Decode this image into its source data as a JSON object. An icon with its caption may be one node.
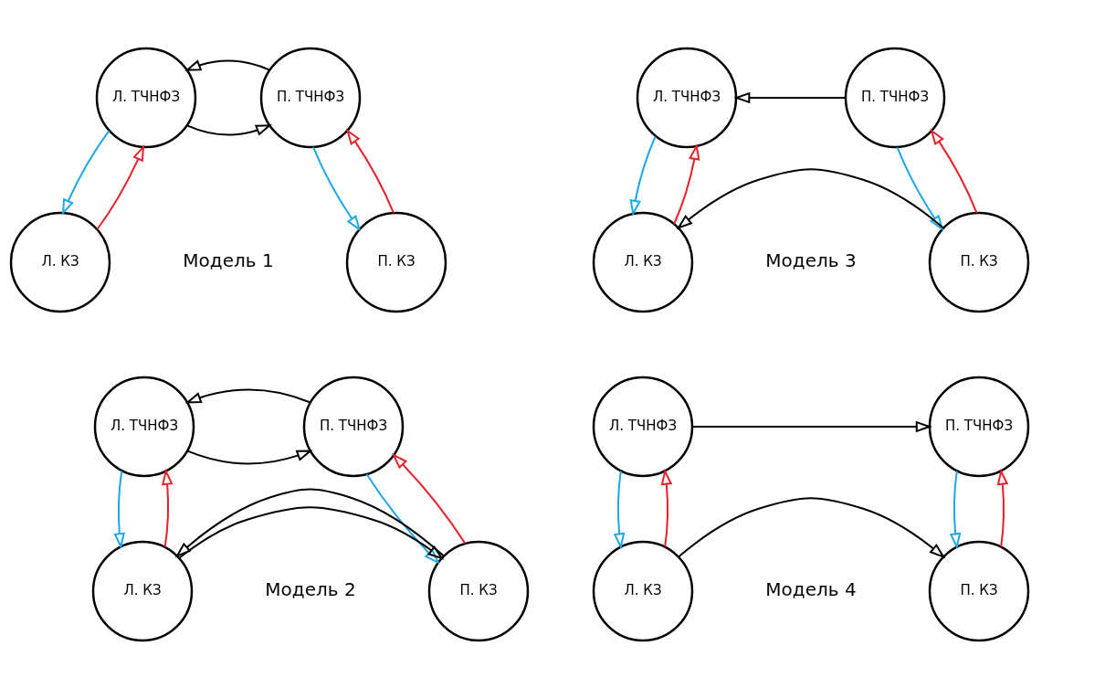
{
  "diagram": {
    "nodes": [
      {
        "text": [
          "Л. ТЧНФЗ"
        ]
      },
      {
        "text": [
          "П. ТЧНФЗ"
        ]
      },
      {
        "text": [
          "Л. КЗ"
        ]
      },
      {
        "text": [
          "П. КЗ"
        ]
      },
      {
        "text": [
          "Л. ТЧНФЗ"
        ]
      },
      {
        "text": [
          "П. ТЧНФЗ"
        ]
      },
      {
        "text": [
          "Л. КЗ"
        ]
      },
      {
        "text": [
          "П. КЗ"
        ]
      },
      {
        "text": [
          "Л. ТЧНФЗ"
        ]
      },
      {
        "text": [
          "П. ТЧНФЗ"
        ]
      },
      {
        "text": [
          "Л. КЗ"
        ]
      },
      {
        "text": [
          "П. КЗ"
        ]
      },
      {
        "text": [
          "Л. ТЧНФЗ"
        ]
      },
      {
        "text": [
          "П. ТЧНФЗ"
        ]
      },
      {
        "text": [
          "Л. КЗ"
        ]
      },
      {
        "text": [
          "П. КЗ"
        ]
      }
    ],
    "edges": [
      {
        "from": 0,
        "to": 1,
        "arrow": "to"
      },
      {
        "from": 1,
        "to": 0,
        "arrow": "to"
      },
      {
        "from": 0,
        "to": 2,
        "arrow": "to",
        "color": "#1ea7e8"
      },
      {
        "from": 2,
        "to": 0,
        "arrow": "to",
        "color": "#e8202a"
      },
      {
        "from": 1,
        "to": 3,
        "arrow": "to",
        "color": "#1ea7e8"
      },
      {
        "from": 3,
        "to": 1,
        "arrow": "to",
        "color": "#e8202a"
      },
      {
        "from": 5,
        "to": 4,
        "arrow": "to"
      },
      {
        "from": 4,
        "to": 6,
        "arrow": "to",
        "color": "#1ea7e8"
      },
      {
        "from": 6,
        "to": 4,
        "arrow": "to",
        "color": "#e8202a"
      },
      {
        "from": 5,
        "to": 7,
        "arrow": "to",
        "color": "#1ea7e8"
      },
      {
        "from": 7,
        "to": 5,
        "arrow": "to",
        "color": "#e8202a"
      },
      {
        "from": 7,
        "to": 6,
        "arrow": "to"
      },
      {
        "from": 8,
        "to": 9,
        "arrow": "to"
      },
      {
        "from": 9,
        "to": 8,
        "arrow": "to"
      },
      {
        "from": 8,
        "to": 10,
        "arrow": "to",
        "color": "#1ea7e8"
      },
      {
        "from": 10,
        "to": 8,
        "arrow": "to",
        "color": "#e8202a"
      },
      {
        "from": 9,
        "to": 11,
        "arrow": "to",
        "color": "#1ea7e8"
      },
      {
        "from": 11,
        "to": 9,
        "arrow": "to",
        "color": "#e8202a"
      },
      {
        "from": 10,
        "to": 11,
        "arrow": "to"
      },
      {
        "from": 11,
        "to": 10,
        "arrow": "to"
      },
      {
        "from": 12,
        "to": 13,
        "arrow": "to"
      },
      {
        "from": 12,
        "to": 14,
        "arrow": "to",
        "color": "#1ea7e8"
      },
      {
        "from": 14,
        "to": 12,
        "arrow": "to",
        "color": "#e8202a"
      },
      {
        "from": 13,
        "to": 15,
        "arrow": "to",
        "color": "#1ea7e8"
      },
      {
        "from": 15,
        "to": 13,
        "arrow": "to",
        "color": "#e8202a"
      },
      {
        "from": 14,
        "to": 15,
        "arrow": "to"
      }
    ],
    "labels": [
      "Модель 1",
      "Модель 3",
      "Модель 2",
      "Модель 4"
    ]
  }
}
